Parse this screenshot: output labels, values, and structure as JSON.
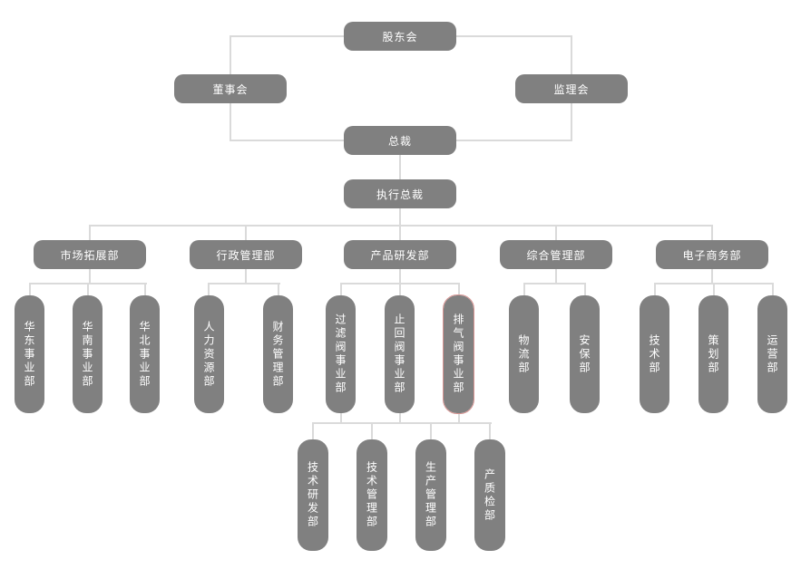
{
  "diagram": {
    "type": "org-chart",
    "colors": {
      "node_fill": "#808080",
      "node_text": "#ffffff",
      "connector": "#dadada",
      "highlight_border": "#d99694"
    },
    "nodes": {
      "shareholders": {
        "label": "股东会"
      },
      "board": {
        "label": "董事会"
      },
      "supervisory": {
        "label": "监理会"
      },
      "president": {
        "label": "总裁"
      },
      "exec_president": {
        "label": "执行总裁"
      },
      "market_dev": {
        "label": "市场拓展部"
      },
      "admin_mgmt": {
        "label": "行政管理部"
      },
      "product_rd": {
        "label": "产品研发部"
      },
      "general_mgmt": {
        "label": "综合管理部"
      },
      "ecommerce": {
        "label": "电子商务部"
      },
      "east_china": {
        "label": "华东事业部"
      },
      "south_china": {
        "label": "华南事业部"
      },
      "north_china": {
        "label": "华北事业部"
      },
      "hr": {
        "label": "人力资源部"
      },
      "finance": {
        "label": "财务管理部"
      },
      "filter_valve": {
        "label": "过滤阀事业部"
      },
      "check_valve": {
        "label": "止回阀事业部"
      },
      "exhaust_valve": {
        "label": "排气阀事业部",
        "highlighted": true
      },
      "logistics": {
        "label": "物流部"
      },
      "security": {
        "label": "安保部"
      },
      "tech": {
        "label": "技术部"
      },
      "planning": {
        "label": "策划部"
      },
      "operations": {
        "label": "运营部"
      },
      "tech_rd": {
        "label": "技术研发部"
      },
      "tech_mgmt": {
        "label": "技术管理部"
      },
      "prod_mgmt": {
        "label": "生产管理部"
      },
      "quality": {
        "label": "产质检部"
      }
    },
    "edges": [
      [
        "shareholders",
        "board"
      ],
      [
        "shareholders",
        "supervisory"
      ],
      [
        "shareholders",
        "president"
      ],
      [
        "president",
        "exec_president"
      ],
      [
        "exec_president",
        "market_dev"
      ],
      [
        "exec_president",
        "admin_mgmt"
      ],
      [
        "exec_president",
        "product_rd"
      ],
      [
        "exec_president",
        "general_mgmt"
      ],
      [
        "exec_president",
        "ecommerce"
      ],
      [
        "market_dev",
        "east_china"
      ],
      [
        "market_dev",
        "south_china"
      ],
      [
        "market_dev",
        "north_china"
      ],
      [
        "admin_mgmt",
        "hr"
      ],
      [
        "admin_mgmt",
        "finance"
      ],
      [
        "product_rd",
        "filter_valve"
      ],
      [
        "product_rd",
        "check_valve"
      ],
      [
        "product_rd",
        "exhaust_valve"
      ],
      [
        "general_mgmt",
        "logistics"
      ],
      [
        "general_mgmt",
        "security"
      ],
      [
        "ecommerce",
        "tech"
      ],
      [
        "ecommerce",
        "planning"
      ],
      [
        "ecommerce",
        "operations"
      ],
      [
        "valve_divisions",
        "tech_rd"
      ],
      [
        "valve_divisions",
        "tech_mgmt"
      ],
      [
        "valve_divisions",
        "prod_mgmt"
      ],
      [
        "valve_divisions",
        "quality"
      ]
    ]
  }
}
